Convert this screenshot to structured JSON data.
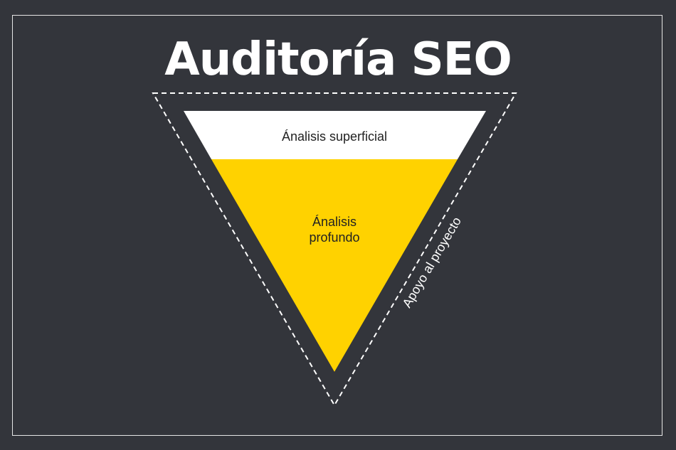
{
  "title": "Auditoría SEO",
  "levels": [
    {
      "label": "Ánalisis superficial",
      "color": "#ffffff"
    },
    {
      "label_lines": [
        "Ánalisis",
        "profundo"
      ],
      "color": "#ffd200"
    }
  ],
  "side_label": "Apoyo al proyecto",
  "colors": {
    "background": "#33353b",
    "text_light": "#ffffff",
    "text_dark": "#222222",
    "accent": "#ffd200"
  }
}
